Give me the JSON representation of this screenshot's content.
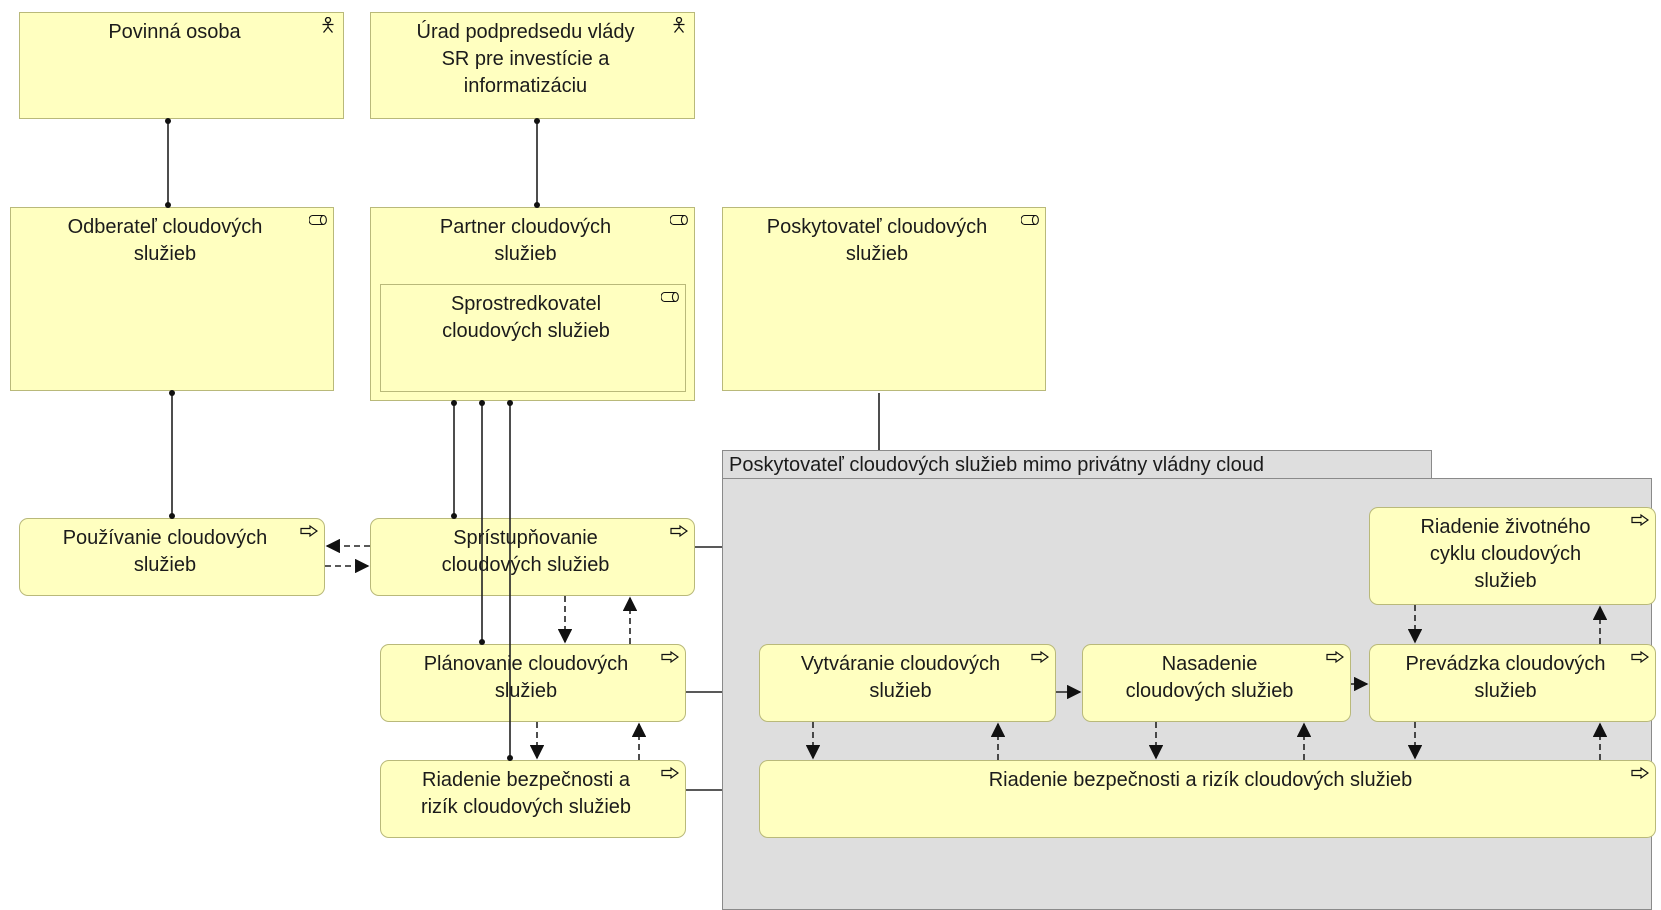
{
  "colors": {
    "element_fill": "#ffffc0",
    "group_fill": "#dedede",
    "line": "#222222"
  },
  "group": {
    "title": "Poskytovateľ cloudových služieb mimo privátny vládny cloud"
  },
  "actors": {
    "povinna_osoba": "Povinná osoba",
    "urad": "Úrad podpredsedu vlády\nSR pre investície a\ninformatizáciu"
  },
  "roles": {
    "odberatel": "Odberateľ cloudových\nslužieb",
    "partner": "Partner cloudových\nslužieb",
    "sprostredkovatel": "Sprostredkovatel\ncloudových služieb",
    "poskytovatel": "Poskytovateľ cloudových\nslužieb"
  },
  "processes": {
    "pouzivanie": "Používanie cloudových\nslužieb",
    "spristupnovanie": "Sprístupňovanie\ncloudových služieb",
    "planovanie": "Plánovanie cloudových\nslužieb",
    "riadenie_bezp_left": "Riadenie bezpečnosti a\nrizík cloudových služieb",
    "vytvaranie": "Vytváranie cloudových\nslužieb",
    "nasadenie": "Nasadenie\ncloudových služieb",
    "prevadzka": "Prevádzka cloudových\nslužieb",
    "riadenie_zivot": "Riadenie životného\ncyklu cloudových\nslužieb",
    "riadenie_bezp_right": "Riadenie bezpečnosti a rizík cloudových služieb"
  },
  "icons": {
    "actor": "actor-icon",
    "role": "role-icon",
    "process": "process-arrow-icon"
  }
}
